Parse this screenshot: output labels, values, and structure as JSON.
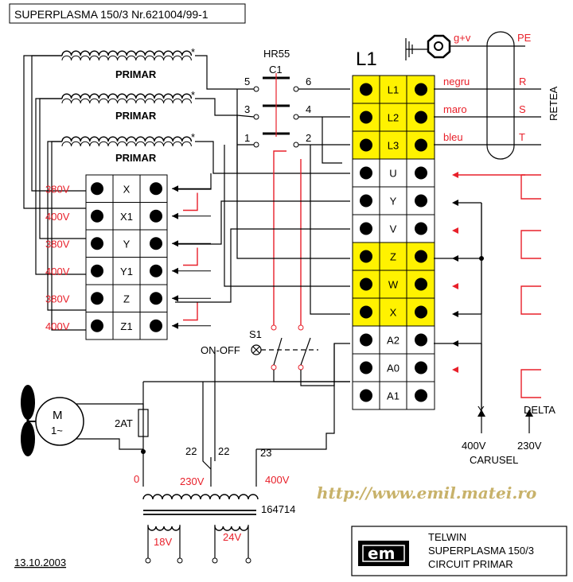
{
  "header": {
    "title": "SUPERPLASMA 150/3 Nr.621004/99-1"
  },
  "contactor": {
    "name": "HR55",
    "id": "C1",
    "pins": [
      "5",
      "6",
      "3",
      "4",
      "1",
      "2"
    ]
  },
  "primary_windings": {
    "label": "PRIMAR",
    "dot_mark": "*"
  },
  "primary_taps": {
    "rows": [
      {
        "voltage": "380V",
        "label": "X"
      },
      {
        "voltage": "400V",
        "label": "X1"
      },
      {
        "voltage": "380V",
        "label": "Y"
      },
      {
        "voltage": "400V",
        "label": "Y1"
      },
      {
        "voltage": "380V",
        "label": "Z"
      },
      {
        "voltage": "400V",
        "label": "Z1"
      }
    ]
  },
  "terminal_block": {
    "name": "L1",
    "rows": [
      {
        "label": "L1",
        "highlight": true
      },
      {
        "label": "L2",
        "highlight": true
      },
      {
        "label": "L3",
        "highlight": true
      },
      {
        "label": "U",
        "highlight": false
      },
      {
        "label": "Y",
        "highlight": false
      },
      {
        "label": "V",
        "highlight": false
      },
      {
        "label": "Z",
        "highlight": true
      },
      {
        "label": "W",
        "highlight": true
      },
      {
        "label": "X",
        "highlight": true
      },
      {
        "label": "A2",
        "highlight": false
      },
      {
        "label": "A0",
        "highlight": false
      },
      {
        "label": "A1",
        "highlight": false
      }
    ],
    "highlight_color": "#fff200"
  },
  "mains": {
    "earth": "g+v",
    "wire_colors": [
      "negru",
      "maro",
      "bleu"
    ],
    "phases": [
      "PE",
      "R",
      "S",
      "T"
    ],
    "network_label": "RETEA"
  },
  "switch": {
    "name": "S1",
    "label": "ON-OFF"
  },
  "motor": {
    "letter": "M",
    "type": "1~"
  },
  "fuse": {
    "label": "2AT"
  },
  "aux_transformer": {
    "wire_numbers": [
      "22",
      "22",
      "23"
    ],
    "taps": [
      "0",
      "230V",
      "400V"
    ],
    "part_number": "164714",
    "secondaries": [
      "18V",
      "24V"
    ]
  },
  "carousel": {
    "options": [
      {
        "config": "Y",
        "voltage": "400V"
      },
      {
        "config": "DELTA",
        "voltage": "230V"
      }
    ],
    "label": "CARUSEL"
  },
  "website": "http://www.emil.matei.ro",
  "date": "13.10.2003",
  "title_block": {
    "logo_text": "em",
    "lines": [
      "TELWIN",
      "SUPERPLASMA 150/3",
      "CIRCUIT PRIMAR"
    ]
  },
  "colors": {
    "accent_red": "#e8202a",
    "highlight_yellow": "#fff200",
    "website_color": "#c8b26a"
  }
}
